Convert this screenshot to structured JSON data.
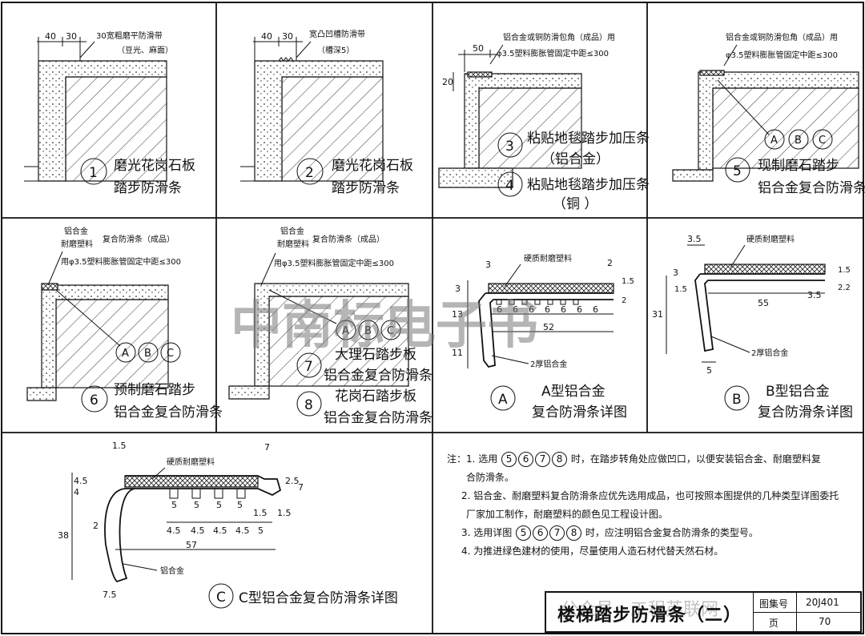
{
  "panels": {
    "p1": {
      "num": "1",
      "dims": [
        "40",
        "30"
      ],
      "callout": "30宽粗磨平防滑带",
      "callout2": "（豆光、麻面）",
      "caption1": "磨光花岗石板",
      "caption2": "踏步防滑条"
    },
    "p2": {
      "num": "2",
      "dims": [
        "40",
        "30"
      ],
      "callout": "宽凸凹槽防滑带",
      "callout2": "（槽深5）",
      "caption1": "磨光花岗石板",
      "caption2": "踏步防滑条"
    },
    "p34": {
      "dim_w": "50",
      "dim_h": "20",
      "callout": "铝合金或铜防滑包角（成品）用",
      "callout2": "φ3.5塑料膨胀管固定中距≤300",
      "num3": "3",
      "caption3a": "粘贴地毯踏步加压条",
      "caption3b": "（铝合金）",
      "num4": "4",
      "caption4a": "粘贴地毯踏步加压条",
      "caption4b": "（铜  ）"
    },
    "p5": {
      "callout": "铝合金或铜防滑包角（成品）用",
      "callout2": "φ3.5塑料膨胀管固定中距≤300",
      "tags": [
        "A",
        "B",
        "C"
      ],
      "num": "5",
      "caption1": "现制磨石踏步",
      "caption2": "铝合金复合防滑条"
    },
    "p6": {
      "callout_a": "铝合金",
      "callout_b": "耐磨塑料",
      "callout_c": "复合防滑条（成品）",
      "callout2": "用φ3.5塑料膨胀管固定中距≤300",
      "tags": [
        "A",
        "B",
        "C"
      ],
      "num": "6",
      "caption1": "预制磨石踏步",
      "caption2": "铝合金复合防滑条"
    },
    "p78": {
      "callout_a": "铝合金",
      "callout_b": "耐磨塑料",
      "callout_c": "复合防滑条（成品）",
      "callout2": "用φ3.5塑料膨胀管固定中距≤300",
      "tags": [
        "A",
        "B",
        "C"
      ],
      "num7": "7",
      "caption7a": "大理石踏步板",
      "caption7b": "铝合金复合防滑条",
      "num8": "8",
      "caption8a": "花岗石踏步板",
      "caption8b": "铝合金复合防滑条"
    },
    "pA": {
      "label": "硬质耐磨塑料",
      "dims": [
        "3",
        "2",
        "1.5",
        "2",
        "3",
        "13",
        "11",
        "6",
        "6",
        "6",
        "6",
        "6",
        "6",
        "6",
        "52"
      ],
      "alu": "2厚铝合金",
      "tag": "A",
      "caption1": "A型铝合金",
      "caption2": "复合防滑条详图"
    },
    "pB": {
      "label": "硬质耐磨塑料",
      "dims": [
        "3.5",
        "3",
        "1.5",
        "1.5",
        "55",
        "3.5",
        "2.2",
        "31",
        "5"
      ],
      "alu": "2厚铝合金",
      "tag": "B",
      "caption1": "B型铝合金",
      "caption2": "复合防滑条详图"
    },
    "pC": {
      "label": "硬质耐磨塑料",
      "dims": [
        "1.5",
        "7",
        "4.5",
        "4",
        "2.5",
        "7",
        "38",
        "2",
        "5",
        "5",
        "5",
        "5",
        "1.5",
        "1.5",
        "4.5",
        "4.5",
        "4.5",
        "4.5",
        "5",
        "57",
        "7.5"
      ],
      "alu": "铝合金",
      "tag": "C",
      "caption": "C型铝合金复合防滑条详图"
    }
  },
  "notes": {
    "n1_pre": "注：1.  选用",
    "n1_tags": [
      "5",
      "6",
      "7",
      "8"
    ],
    "n1_post": "时，在踏步转角处应做凹口，以便安装铝合金、耐磨塑料复",
    "n1_b": "合防滑条。",
    "n2_a": "2.  铝合金、耐磨塑料复合防滑条应优先选用成品，也可按照本图提供的几种类型详图委托",
    "n2_b": "厂家加工制作，耐磨塑料的颜色见工程设计图。",
    "n3_pre": "3.  选用详图",
    "n3_tags": [
      "5",
      "6",
      "7",
      "8"
    ],
    "n3_post": "时，应注明铝合金复合防滑条的类型号。",
    "n4": "4.  为推进绿色建材的使用，尽量使用人造石材代替天然石材。"
  },
  "title_block": {
    "title": "楼梯踏步防滑条（二）",
    "label_no": "图集号",
    "no": "20J401",
    "label_page": "页",
    "page": "70"
  },
  "watermark": {
    "main": "中南标电子书",
    "sub": "公众号 · 工程英联网"
  }
}
